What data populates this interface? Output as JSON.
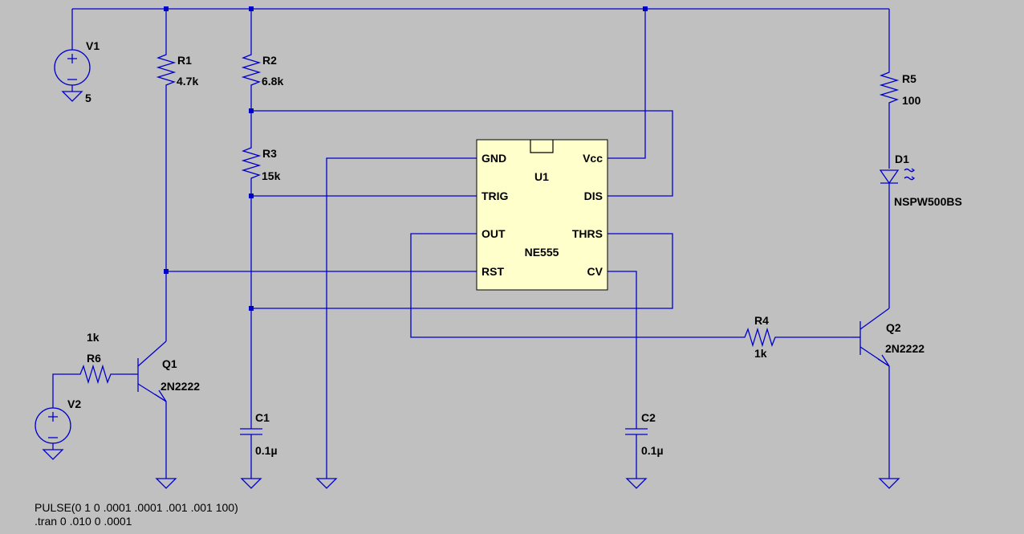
{
  "components": {
    "V1": {
      "name": "V1",
      "value": "5"
    },
    "V2": {
      "name": "V2"
    },
    "R1": {
      "name": "R1",
      "value": "4.7k"
    },
    "R2": {
      "name": "R2",
      "value": "6.8k"
    },
    "R3": {
      "name": "R3",
      "value": "15k"
    },
    "R4": {
      "name": "R4",
      "value": "1k"
    },
    "R5": {
      "name": "R5",
      "value": "100"
    },
    "R6": {
      "name": "R6",
      "value": "1k"
    },
    "C1": {
      "name": "C1",
      "value": "0.1µ"
    },
    "C2": {
      "name": "C2",
      "value": "0.1µ"
    },
    "Q1": {
      "name": "Q1",
      "value": "2N2222"
    },
    "Q2": {
      "name": "Q2",
      "value": "2N2222"
    },
    "D1": {
      "name": "D1",
      "value": "NSPW500BS"
    },
    "U1": {
      "name": "U1",
      "value": "NE555"
    }
  },
  "ic_pins": {
    "gnd": "GND",
    "trig": "TRIG",
    "out": "OUT",
    "rst": "RST",
    "vcc": "Vcc",
    "dis": "DIS",
    "thrs": "THRS",
    "cv": "CV"
  },
  "directives": {
    "pulse": "PULSE(0 1 0 .0001 .0001 .001 .001 100)",
    "tran": ".tran 0 .010 0 .0001"
  }
}
